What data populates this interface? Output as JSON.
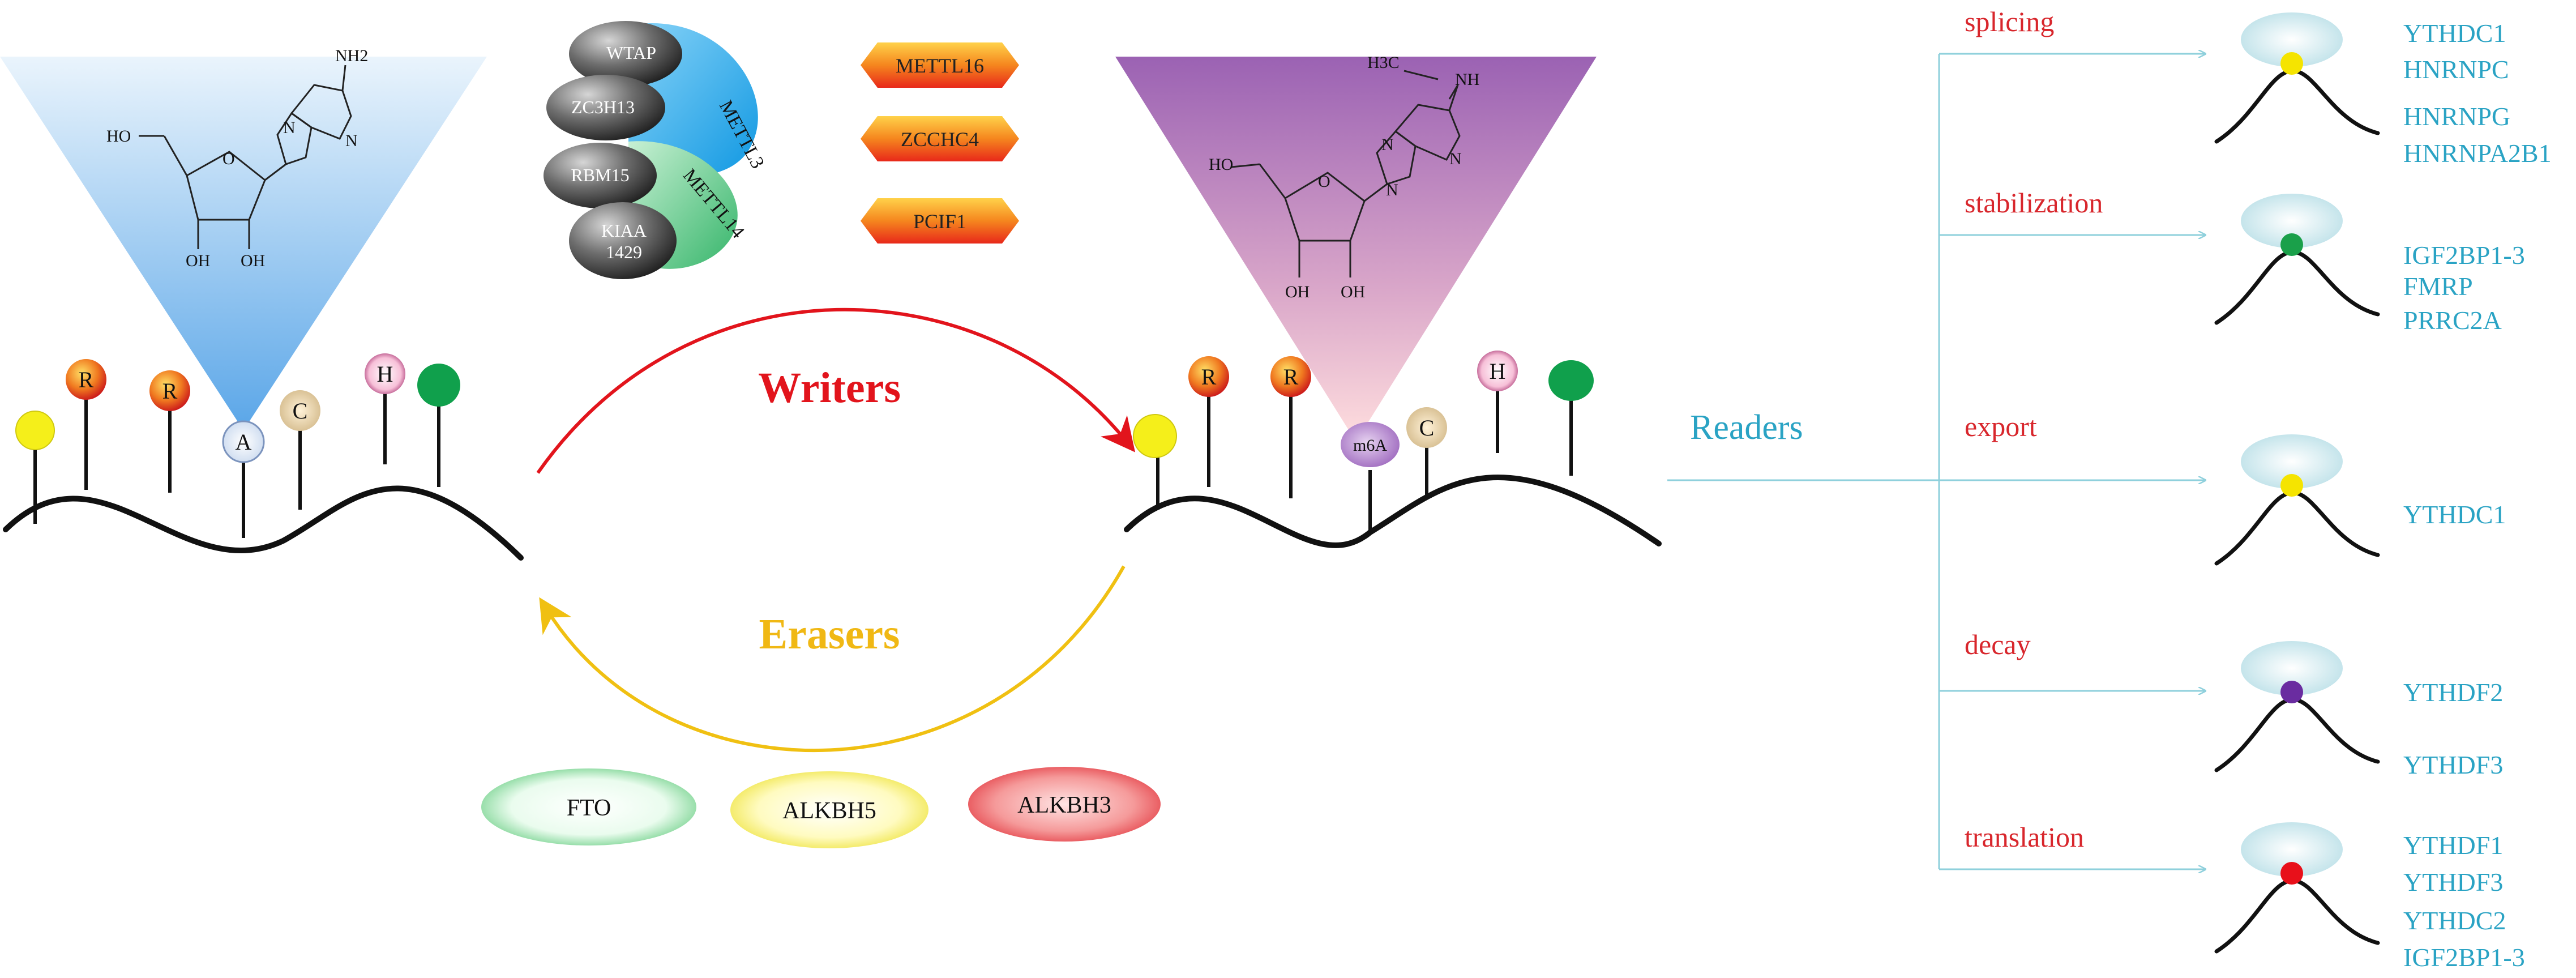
{
  "writers_label": "Writers",
  "erasers_label": "Erasers",
  "readers_label": "Readers",
  "complex": [
    "WTAP",
    "ZC3H13",
    "RBM15",
    "KIAA",
    "1429",
    "METTL3",
    "METTL14"
  ],
  "other_writers": [
    "METTL16",
    "ZCCHC4",
    "PCIF1"
  ],
  "erasers": [
    "FTO",
    "ALKBH5",
    "ALKBH3"
  ],
  "adenosine": {
    "amine": "NH2",
    "ho": "HO",
    "oh1": "OH",
    "oh2": "OH",
    "n": "N",
    "o": "O"
  },
  "m6a": {
    "methyl": "H3C",
    "nh": "NH",
    "ho": "HO",
    "oh1": "OH",
    "oh2": "OH",
    "n": "N",
    "o": "O"
  },
  "mods_left": [
    "R",
    "R",
    "A",
    "C",
    "H"
  ],
  "mods_right": [
    "R",
    "R",
    "m6A",
    "C",
    "H"
  ],
  "functions": [
    {
      "name": "splicing",
      "readers": [
        "YTHDC1",
        "HNRNPC",
        "HNRNPG",
        "HNRNPA2B1"
      ],
      "dot_color": "#f5e400"
    },
    {
      "name": "stabilization",
      "readers": [
        "IGF2BP1-3",
        "FMRP",
        "PRRC2A"
      ],
      "dot_color": "#1aa04a"
    },
    {
      "name": "export",
      "readers": [
        "YTHDC1"
      ],
      "dot_color": "#f5e400"
    },
    {
      "name": "decay",
      "readers": [
        "YTHDF2",
        "YTHDF3"
      ],
      "dot_color": "#6a2ca0"
    },
    {
      "name": "translation",
      "readers": [
        "YTHDF1",
        "YTHDF3",
        "YTHDC2",
        "IGF2BP1-3"
      ],
      "dot_color": "#e8101a"
    }
  ]
}
